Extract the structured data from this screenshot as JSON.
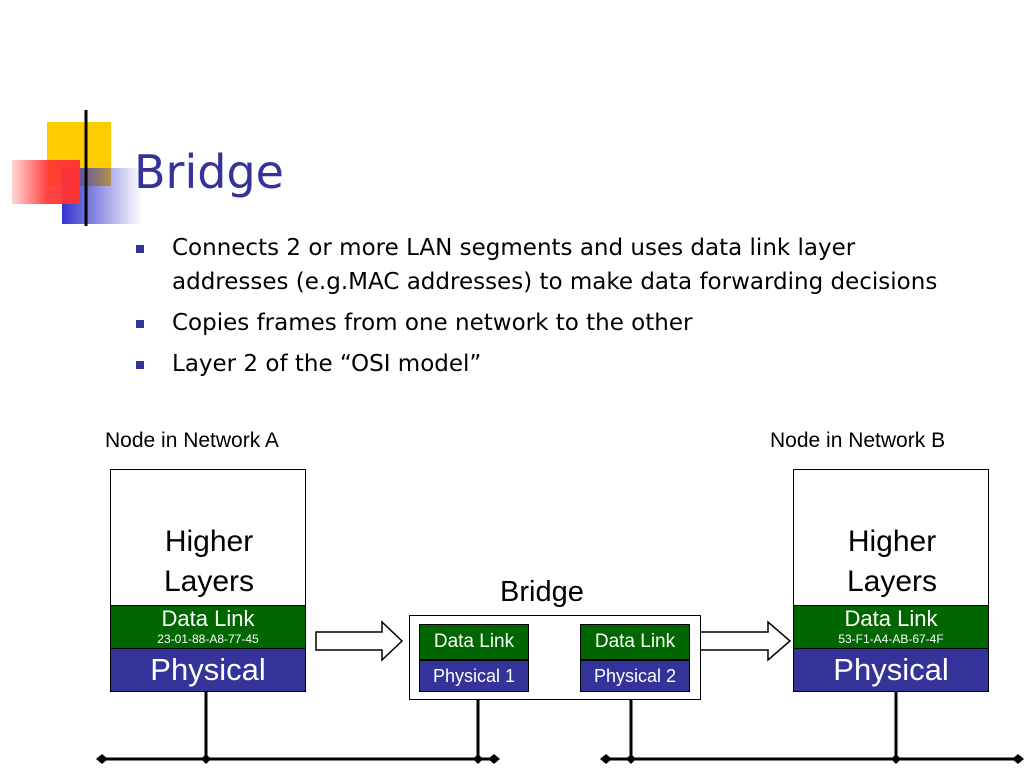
{
  "slide": {
    "title": "Bridge",
    "bullets": [
      "Connects 2 or more LAN segments and uses data link layer addresses (e.g.MAC addresses) to make data forwarding decisions",
      "Copies frames from one network to the other",
      "Layer 2 of the “OSI model”"
    ]
  },
  "diagram": {
    "node_a": {
      "caption": "Node in Network A",
      "higher_line1": "Higher",
      "higher_line2": "Layers",
      "data_link": "Data Link",
      "mac": "23-01-88-A8-77-45",
      "physical": "Physical"
    },
    "node_b": {
      "caption": "Node in Network B",
      "higher_line1": "Higher",
      "higher_line2": "Layers",
      "data_link": "Data Link",
      "mac": "53-F1-A4-AB-67-4F",
      "physical": "Physical"
    },
    "bridge": {
      "label": "Bridge",
      "port1_data_link": "Data Link",
      "port1_physical": "Physical 1",
      "port2_data_link": "Data Link",
      "port2_physical": "Physical 2"
    }
  },
  "colors": {
    "title": "#333399",
    "data_link": "#006600",
    "physical": "#333399",
    "bullet": "#333399",
    "deco_yellow": "#ffcc00",
    "deco_blue": "#3333cc",
    "deco_red": "#ff3333"
  }
}
